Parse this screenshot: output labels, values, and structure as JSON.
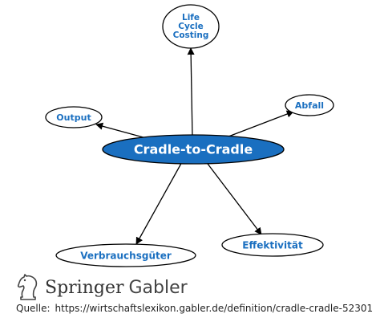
{
  "diagram": {
    "center": "Cradle-to-Cradle",
    "nodes": {
      "lcc_line1": "Life",
      "lcc_line2": "Cycle",
      "lcc_line3": "Costing",
      "output": "Output",
      "abfall": "Abfall",
      "verbrauchsgueter": "Verbrauchsgüter",
      "effektivitaet": "Effektivität"
    }
  },
  "brand": {
    "name": "Springer",
    "sub": "Gabler"
  },
  "source": {
    "label": "Quelle:",
    "url": "https://wirtschaftslexikon.gabler.de/definition/cradle-cradle-52301"
  },
  "colors": {
    "accent": "#1a6fc0",
    "stroke": "#000000"
  }
}
